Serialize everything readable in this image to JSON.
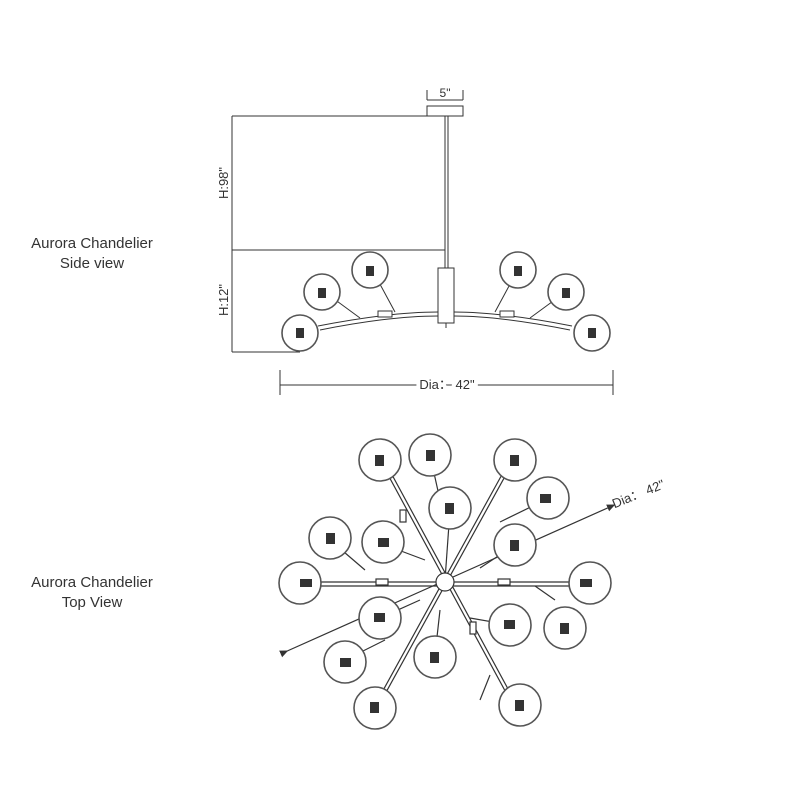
{
  "side_view": {
    "title_line1": "Aurora Chandelier",
    "title_line2": "Side view",
    "canopy_dim": "5\"",
    "rod_height_dim": "H:98\"",
    "body_height_dim": "H:12\"",
    "diameter_dim": "Dia： 42\""
  },
  "top_view": {
    "title_line1": "Aurora Chandelier",
    "title_line2": "Top View",
    "diameter_dim": "Dia： 42\""
  },
  "colors": {
    "line": "#333333",
    "globe": "#555555",
    "background": "#ffffff"
  }
}
